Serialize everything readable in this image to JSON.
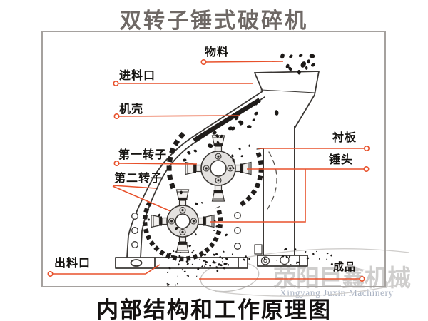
{
  "page": {
    "title": "双转子锤式破碎机",
    "subtitle": "内部结构和工作原理图"
  },
  "labels": {
    "material": "物料",
    "feed_inlet": "进料口",
    "casing": "机壳",
    "first_rotor": "第一转子",
    "second_rotor": "第二转子",
    "discharge_outlet": "出料口",
    "liner_plate": "衬板",
    "hammer_head": "锤头",
    "finished_product": "成品"
  },
  "watermark": {
    "company_cn": "荥阳巨鑫机械",
    "company_en": "Xingyang Juxin Machinery"
  },
  "colors": {
    "leader_line": "#e8512b",
    "line_art": "#3a3734",
    "liner_black": "#201d1b",
    "rotor_fill": "#e4e2e0",
    "particle": "#1c1917",
    "title": "#6e6865",
    "subtitle": "#141110",
    "watermark_en": "#a9b2c2",
    "panel_border": "#a5a19e"
  }
}
